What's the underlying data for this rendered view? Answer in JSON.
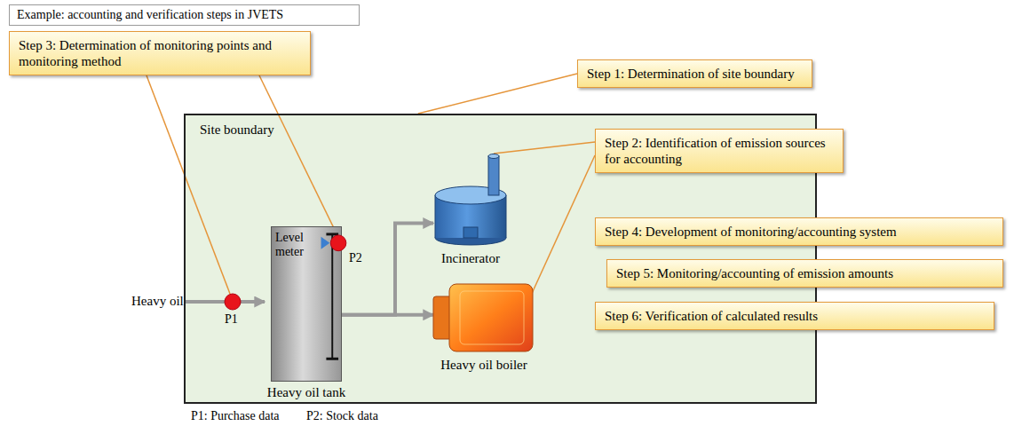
{
  "diagram": {
    "title": "Example: accounting and verification steps in JVETS",
    "nodes": [
      {
        "text": [
          "Step 3: Determination of monitoring points and monitoring method"
        ]
      },
      {
        "text": [
          "Step 1: Determination of site boundary"
        ]
      },
      {
        "text": [
          "Step 2: Identification of emission sources for accounting"
        ]
      },
      {
        "text": [
          "Site boundary"
        ]
      },
      {
        "text": [
          "Level meter",
          "Heavy oil tank"
        ],
        "in": 3
      },
      {
        "text": [
          "Incinerator"
        ],
        "in": 3
      },
      {
        "text": [
          "Heavy oil boiler"
        ],
        "in": 3
      },
      {
        "text": [
          "Step 4: Development of monitoring/accounting system"
        ]
      },
      {
        "text": [
          "Step 5: Monitoring/accounting of emission amounts"
        ]
      },
      {
        "text": [
          "Step 6: Verification of calculated results"
        ]
      }
    ],
    "edges": [
      {
        "from": 1,
        "to": 3,
        "arrow": "none"
      },
      {
        "from": 2,
        "to": 5,
        "arrow": "none"
      },
      {
        "from": 2,
        "to": 6,
        "arrow": "none"
      },
      {
        "from": 4,
        "to": 5,
        "arrow": "to"
      },
      {
        "from": 4,
        "to": 6,
        "arrow": "to"
      }
    ],
    "labels": [
      "Heavy oil",
      "P1",
      "P2",
      "P1: Purchase data",
      "P2: Stock data"
    ]
  }
}
